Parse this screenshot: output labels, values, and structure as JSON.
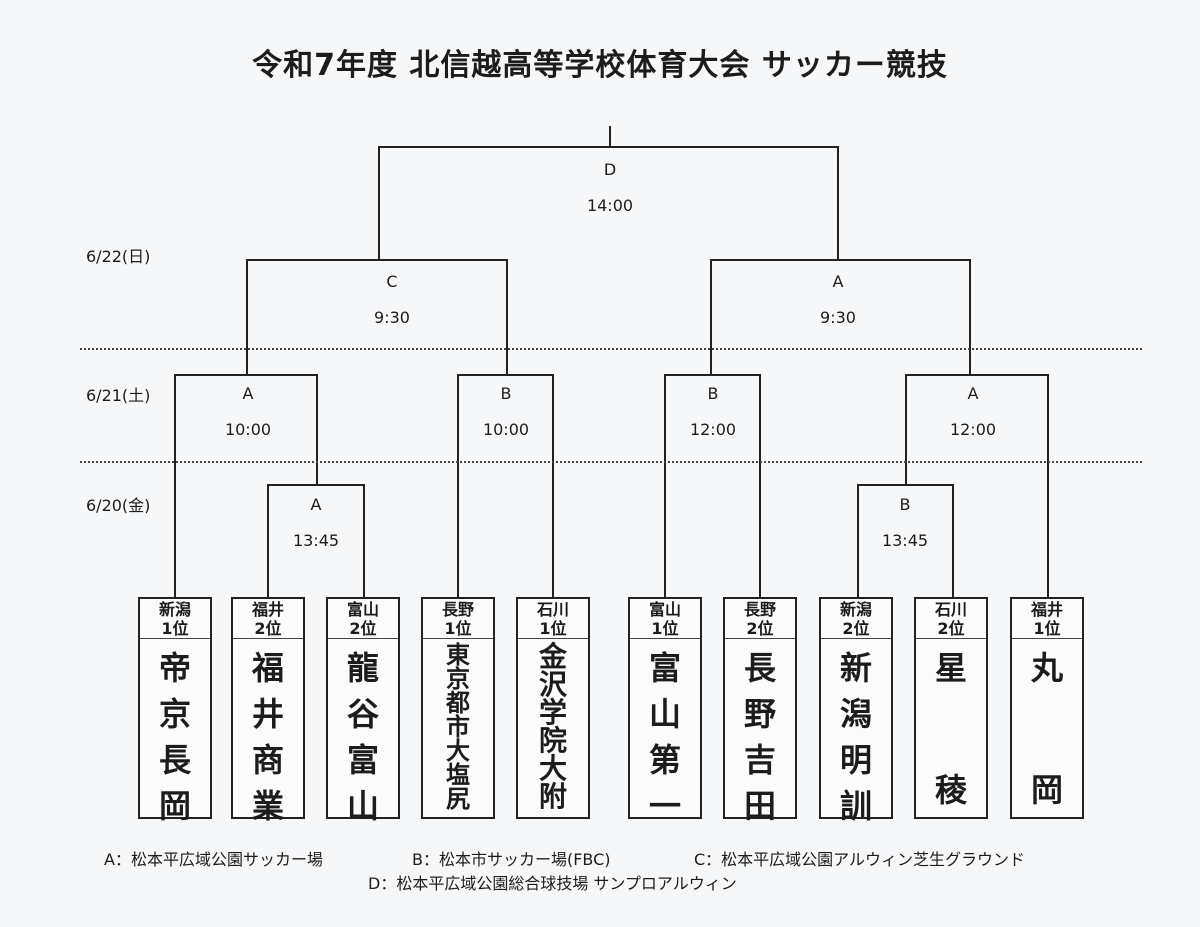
{
  "title": "令和7年度 北信越高等学校体育大会 サッカー競技",
  "dates": [
    "6/22(日)",
    "6/21(土)",
    "6/20(金)"
  ],
  "matches": {
    "final": {
      "venue": "D",
      "time": "14:00"
    },
    "semi_left": {
      "venue": "C",
      "time": "9:30"
    },
    "semi_right": {
      "venue": "A",
      "time": "9:30"
    },
    "qf1": {
      "venue": "A",
      "time": "10:00"
    },
    "qf2": {
      "venue": "B",
      "time": "10:00"
    },
    "qf3": {
      "venue": "B",
      "time": "12:00"
    },
    "qf4": {
      "venue": "A",
      "time": "12:00"
    },
    "r1_left": {
      "venue": "A",
      "time": "13:45"
    },
    "r1_right": {
      "venue": "B",
      "time": "13:45"
    }
  },
  "teams": [
    {
      "pref": "新潟",
      "rank": "1位",
      "name": "帝京長岡",
      "chars": [
        "帝",
        "京",
        "長",
        "岡"
      ]
    },
    {
      "pref": "福井",
      "rank": "2位",
      "name": "福井商業",
      "chars": [
        "福",
        "井",
        "商",
        "業"
      ]
    },
    {
      "pref": "富山",
      "rank": "2位",
      "name": "龍谷富山",
      "chars": [
        "龍",
        "谷",
        "富",
        "山"
      ]
    },
    {
      "pref": "長野",
      "rank": "1位",
      "name": "東京都市大塩尻",
      "chars": [
        "東",
        "京",
        "都",
        "市",
        "大",
        "塩",
        "尻"
      ]
    },
    {
      "pref": "石川",
      "rank": "1位",
      "name": "金沢学院大附",
      "chars": [
        "金",
        "沢",
        "学",
        "院",
        "大",
        "附"
      ]
    },
    {
      "pref": "富山",
      "rank": "1位",
      "name": "富山第一",
      "chars": [
        "富",
        "山",
        "第",
        "一"
      ]
    },
    {
      "pref": "長野",
      "rank": "2位",
      "name": "長野吉田",
      "chars": [
        "長",
        "野",
        "吉",
        "田"
      ]
    },
    {
      "pref": "新潟",
      "rank": "2位",
      "name": "新潟明訓",
      "chars": [
        "新",
        "潟",
        "明",
        "訓"
      ]
    },
    {
      "pref": "石川",
      "rank": "2位",
      "name": "星稜",
      "chars": [
        "星",
        "稜"
      ]
    },
    {
      "pref": "福井",
      "rank": "1位",
      "name": "丸岡",
      "chars": [
        "丸",
        "岡"
      ]
    }
  ],
  "legend": {
    "a": "A：松本平広域公園サッカー場",
    "b": "B：松本市サッカー場(FBC)",
    "c": "C：松本平広域公園アルウィン芝生グラウンド",
    "d": "D：松本平広域公園総合球技場 サンプロアルウィン"
  }
}
